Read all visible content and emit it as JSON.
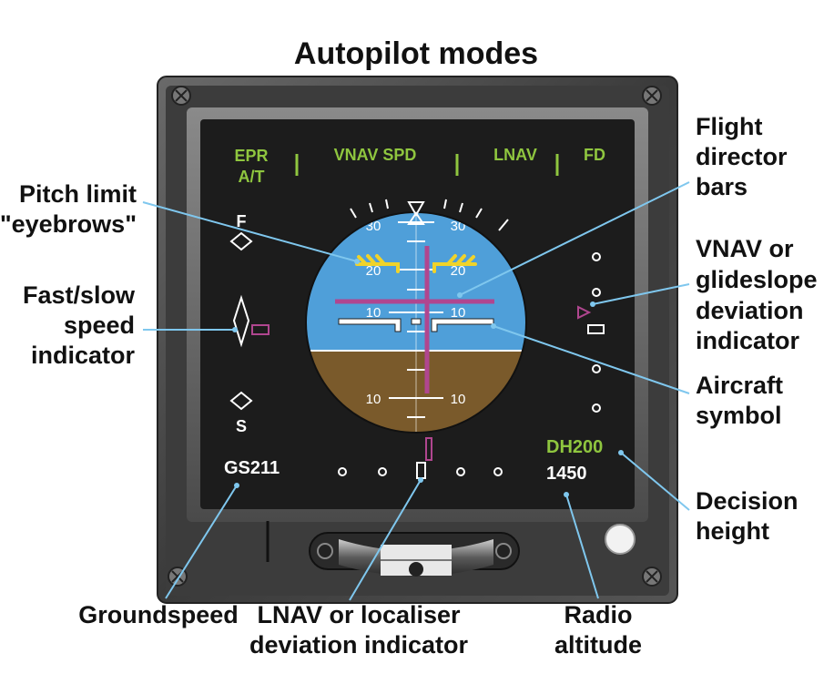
{
  "title": "Autopilot modes",
  "display": {
    "modes": {
      "epr_line1": "EPR",
      "epr_line2": "A/T",
      "vnav": "VNAV SPD",
      "lnav": "LNAV",
      "fd": "FD"
    },
    "pitch_marks": {
      "p30l": "30",
      "p30r": "30",
      "p20l": "20",
      "p20r": "20",
      "p10l": "10",
      "p10r": "10",
      "m10l": "10",
      "m10r": "10"
    },
    "speed_fast": "F",
    "speed_slow": "S",
    "groundspeed": "GS211",
    "decision_height": "DH200",
    "radio_altitude": "1450"
  },
  "callouts": {
    "pitch_limit_1": "Pitch limit",
    "pitch_limit_2": "\"eyebrows\"",
    "fast_slow_1": "Fast/slow",
    "fast_slow_2": "speed",
    "fast_slow_3": "indicator",
    "fd_bars_1": "Flight",
    "fd_bars_2": "director",
    "fd_bars_3": "bars",
    "vnav_1": "VNAV or",
    "vnav_2": "glideslope",
    "vnav_3": "deviation",
    "vnav_4": "indicator",
    "aircraft_1": "Aircraft",
    "aircraft_2": "symbol",
    "dh_1": "Decision",
    "dh_2": "height",
    "groundspeed": "Groundspeed",
    "lnav_1": "LNAV or localiser",
    "lnav_2": "deviation indicator",
    "radio_1": "Radio",
    "radio_2": "altitude"
  },
  "colors": {
    "sky": "#4f9fd9",
    "ground": "#7a5a2b",
    "mode_green": "#8fc63f",
    "fd_magenta": "#b0468f",
    "eyebrow_yellow": "#f0d32a",
    "leader_blue": "#7fc7ee",
    "bezel": "#4a4a4a"
  }
}
